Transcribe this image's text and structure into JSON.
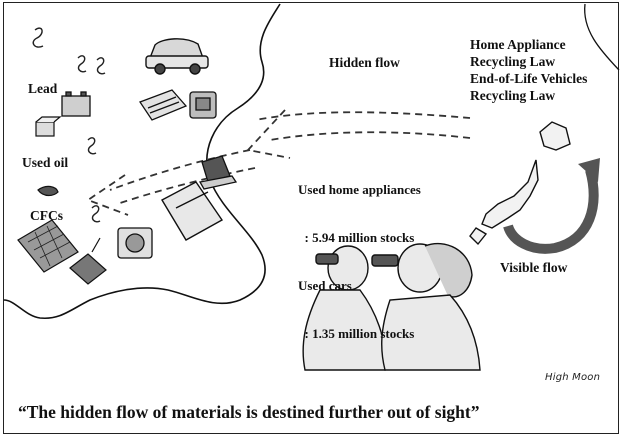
{
  "labels": {
    "lead": "Lead",
    "used_oil": "Used oil",
    "cfcs": "CFCs",
    "hidden_flow": "Hidden flow",
    "law_lines": [
      "Home Appliance",
      "Recycling Law",
      "End-of-Life Vehicles",
      "Recycling Law"
    ],
    "stats_lines": [
      "Used home appliances",
      "  : 5.94 million stocks",
      "Used cars",
      "  : 1.35 million stocks"
    ],
    "visible_flow": "Visible flow",
    "signature": "High Moon",
    "caption": "“The hidden flow of materials is destined further out of sight”"
  },
  "icons": [
    "car-icon",
    "battery-icon",
    "air-conditioner-icon",
    "telephone-icon",
    "small-container-icon",
    "oil-drip-icon",
    "laptop-icon",
    "refrigerator-icon",
    "washing-machine-icon",
    "circuit-board-icon",
    "mobile-phone-icon",
    "japan-map-icon",
    "cycle-arrow-icon",
    "people-with-binoculars-icon"
  ],
  "colors": {
    "ink": "#111111",
    "background": "#ffffff"
  }
}
